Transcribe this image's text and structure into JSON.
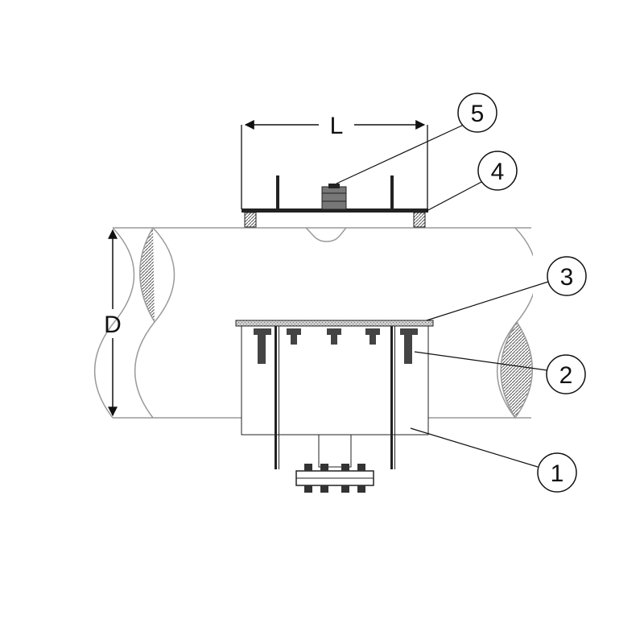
{
  "dimensions": {
    "length_label": "L",
    "diameter_label": "D"
  },
  "callouts": [
    {
      "number": "1"
    },
    {
      "number": "2"
    },
    {
      "number": "3"
    },
    {
      "number": "4"
    },
    {
      "number": "5"
    }
  ],
  "colors": {
    "outline": "#111111",
    "pipe_outline": "#9a9a9a",
    "fill_white": "#ffffff",
    "gasket": "#888888"
  }
}
